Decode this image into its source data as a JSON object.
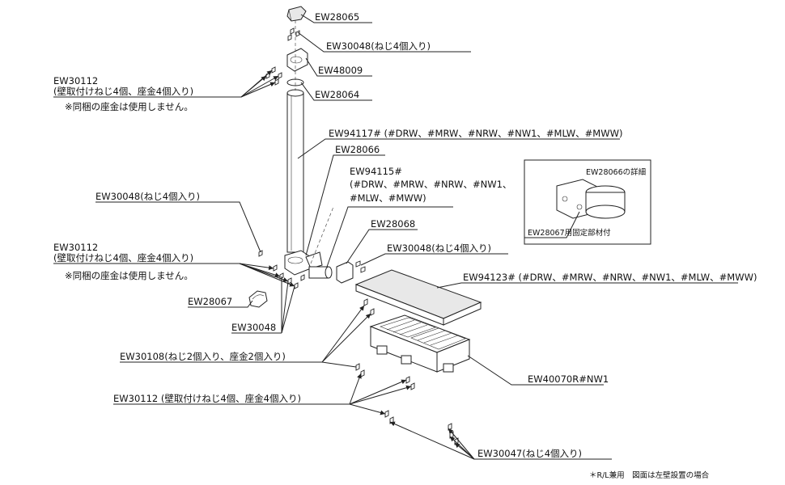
{
  "labels": {
    "ew28065": "EW28065",
    "ew30048_top": "EW30048(ねじ4個入り)",
    "ew48009": "EW48009",
    "ew28064": "EW28064",
    "ew30112_top_code": "EW30112",
    "ew30112_top_desc": "(壁取付けねじ4個、座金4個入り)",
    "ew30112_top_note": "※同梱の座金は使用しません。",
    "ew94117": "EW94117# (#DRW、#MRW、#NRW、#NW1、#MLW、#MWW)",
    "ew28066": "EW28066",
    "ew94115_code": "EW94115#",
    "ew94115_line1": "(#DRW、#MRW、#NRW、#NW1、",
    "ew94115_line2": "#MLW、#MWW)",
    "ew28068": "EW28068",
    "ew30048_left": "EW30048(ねじ4個入り)",
    "ew30048_mid": "EW30048(ねじ4個入り)",
    "ew30112_mid_code": "EW30112",
    "ew30112_mid_desc": "(壁取付けねじ4個、座金4個入り)",
    "ew30112_mid_note": "※同梱の座金は使用しません。",
    "ew94123": "EW94123# (#DRW、#MRW、#NRW、#NW1、#MLW、#MWW)",
    "ew28067": "EW28067",
    "ew30048_bottom": "EW30048",
    "ew30108": "EW30108(ねじ2個入り、座金2個入り)",
    "ew40070r": "EW40070R#NW1",
    "ew30112_bottom": "EW30112 (壁取付けねじ4個、座金4個入り)",
    "ew30047": "EW30047(ねじ4個入り)"
  },
  "detail": {
    "title": "EW28066の詳細",
    "caption": "EW28067用固定部材付"
  },
  "footnote": "＊R/L兼用　図面は左壁設置の場合"
}
